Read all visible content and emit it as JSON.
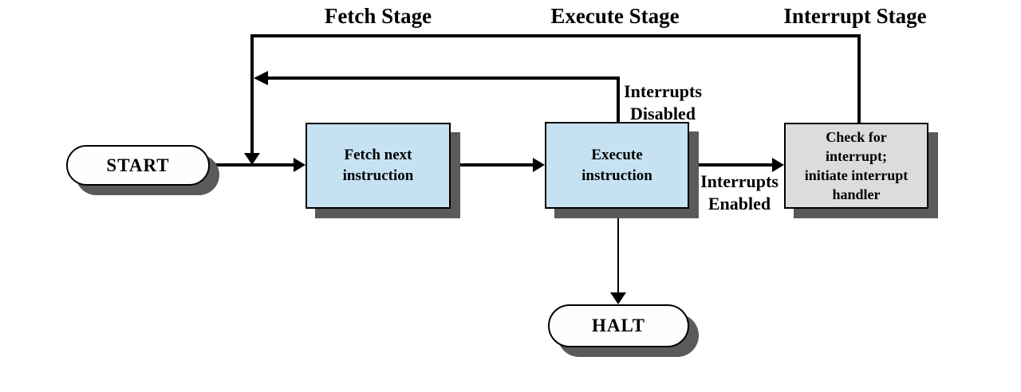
{
  "diagram": {
    "stages": [
      {
        "label": "Fetch Stage"
      },
      {
        "label": "Execute Stage"
      },
      {
        "label": "Interrupt Stage"
      }
    ],
    "nodes": {
      "start": {
        "label": "START"
      },
      "fetch": {
        "lines": [
          "Fetch next",
          "instruction"
        ]
      },
      "execute": {
        "lines": [
          "Execute",
          "instruction"
        ]
      },
      "interrupt": {
        "lines": [
          "Check for",
          "interrupt;",
          "initiate interrupt",
          "handler"
        ]
      },
      "halt": {
        "label": "HALT"
      }
    },
    "edge_labels": {
      "disabled": {
        "lines": [
          "Interrupts",
          "Disabled"
        ]
      },
      "enabled": {
        "lines": [
          "Interrupts",
          "Enabled"
        ]
      }
    },
    "colors": {
      "process_fill": "#c6e2f2",
      "interrupt_fill": "#dcdcdc",
      "terminal_fill": "#fefefe",
      "shadow": "#5a5a5a",
      "line": "#000000",
      "text": "#000000",
      "background": "#ffffff"
    }
  }
}
